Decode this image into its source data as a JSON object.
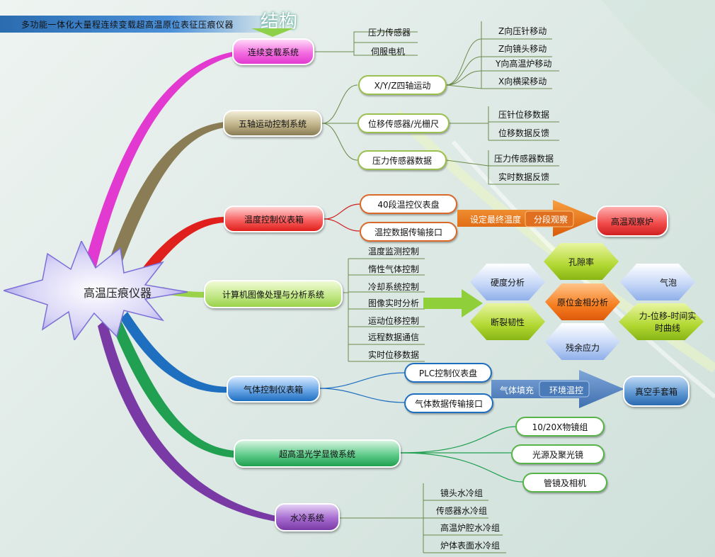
{
  "title": "多功能一体化大量程连续变载超高温原位表征压痕仪器",
  "banner": "结构",
  "center": "高温压痕仪器",
  "branches": {
    "b1": {
      "label": "连续变载系统",
      "leaves": [
        "压力传感器",
        "伺服电机"
      ]
    },
    "b2": {
      "label": "五轴运动控制系统",
      "subs": [
        {
          "label": "X/Y/Z四轴运动",
          "leaves": [
            "Z向压针移动",
            "Z向镜头移动",
            "Y向高温炉移动",
            "X向横梁移动"
          ]
        },
        {
          "label": "位移传感器/光栅尺",
          "leaves": [
            "压针位移数据",
            "位移数据反馈"
          ]
        },
        {
          "label": "压力传感器数据",
          "leaves": [
            "压力传感器数据",
            "实时数据反馈"
          ]
        }
      ]
    },
    "b3": {
      "label": "温度控制仪表箱",
      "subs": [
        "40段温控仪表盘",
        "温控数据传输接口"
      ],
      "arrow": [
        "设定最终温度",
        "分段观察"
      ],
      "target": "高温观察炉"
    },
    "b4": {
      "label": "计算机图像处理与分析系统",
      "leaves": [
        "温度监测控制",
        "惰性气体控制",
        "冷却系统控制",
        "图像实时分析",
        "运动位移控制",
        "远程数据通信",
        "实时位移数据"
      ],
      "hex": {
        "top": "孔隙率",
        "left_top": "硬度分析",
        "right_top": "气泡",
        "center": "原位金相分析",
        "left_bottom": "断裂韧性",
        "right_bottom": "力-位移-时间实时曲线",
        "bottom": "残余应力"
      }
    },
    "b5": {
      "label": "气体控制仪表箱",
      "subs": [
        "PLC控制仪表盘",
        "气体数据传输接口"
      ],
      "arrow": [
        "气体填充",
        "环境温控"
      ],
      "target": "真空手套箱"
    },
    "b6": {
      "label": "超高温光学显微系统",
      "subs": [
        "10/20X物镜组",
        "光源及聚光镜",
        "管镜及相机"
      ]
    },
    "b7": {
      "label": "水冷系统",
      "leaves": [
        "镜头水冷组",
        "传感器水冷组",
        "高温炉腔水冷组",
        "炉体表面水冷组"
      ]
    }
  },
  "colors": {
    "b1": "#e23ad0",
    "b2": "#8a7d55",
    "b3": "#e0201c",
    "b4": "#9ad24a",
    "b5": "#1f6fc0",
    "b6": "#20a050",
    "b7": "#7a3aa6"
  }
}
